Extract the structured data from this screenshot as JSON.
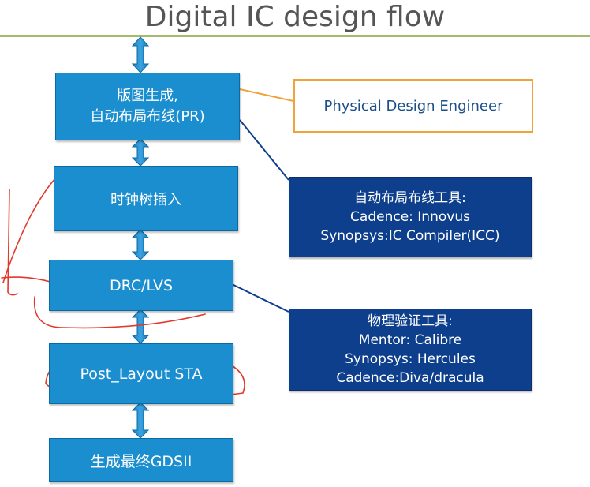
{
  "title": "Digital IC design flow",
  "flow_steps": [
    {
      "id": "pr",
      "label": "版图生成,\n自动布局布线(PR)"
    },
    {
      "id": "cts",
      "label": "时钟树插入"
    },
    {
      "id": "drc",
      "label": "DRC/LVS"
    },
    {
      "id": "sta",
      "label": "Post_Layout STA"
    },
    {
      "id": "gds",
      "label": "生成最终GDSII"
    }
  ],
  "role_box": {
    "label": "Physical Design Engineer"
  },
  "pr_tools": {
    "lines": [
      "自动布局布线工具:",
      "Cadence: Innovus",
      "Synopsys:IC Compiler(ICC)"
    ]
  },
  "verify_tools": {
    "lines": [
      "物理验证工具:",
      "Mentor: Calibre",
      "Synopsys: Hercules",
      "Cadence:Diva/dracula"
    ]
  },
  "colors": {
    "flow_box": "#1b8ed0",
    "tool_box": "#0e3f8c",
    "role_border": "#f1a33b",
    "title_rule": "#a5b96f",
    "annotation_ink": "#e2382b"
  }
}
